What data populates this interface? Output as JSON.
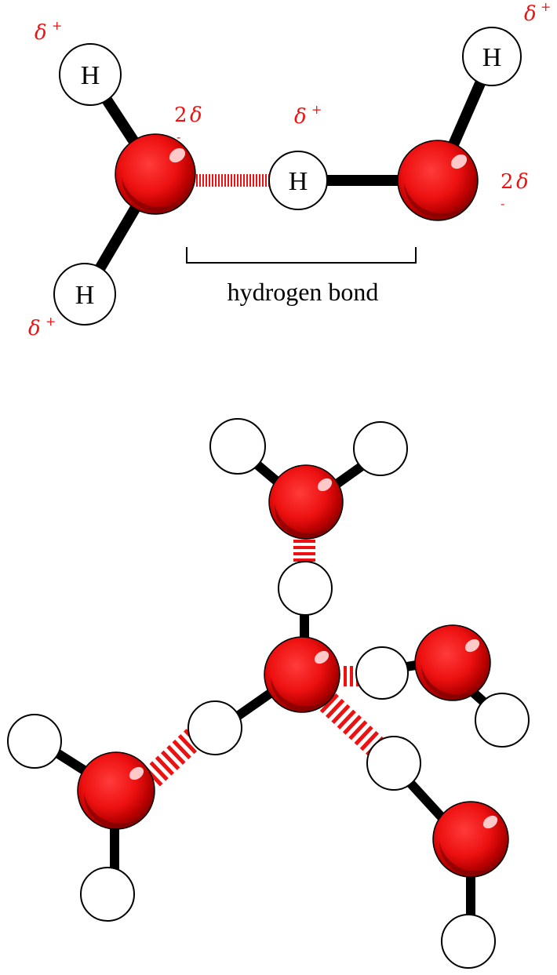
{
  "hydrogen_label": "H",
  "caption": "hydrogen bond",
  "charges": {
    "delta": "δ",
    "plus": "+",
    "two": "2",
    "minus": "-"
  },
  "colors": {
    "oxygen": "#ee1111",
    "oxygen_dark": "#7a0000",
    "hydrogen_fill": "#ffffff",
    "bond": "#000000",
    "hbond": "#ee1111",
    "charge_text": "#ee1111"
  }
}
